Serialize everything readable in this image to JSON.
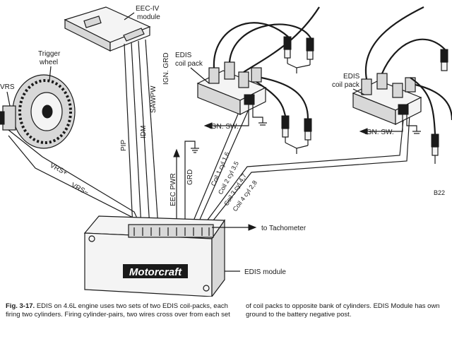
{
  "labels": {
    "eec": "EEC-IV",
    "eec_module": "module",
    "trigger": "Trigger",
    "trigger_wheel": "wheel",
    "vrs": "VRS",
    "vrs_plus": "VRS+",
    "vrs_minus": "VRS−",
    "pip": "PIP",
    "idm": "IDM",
    "sawpw": "SAWPW",
    "ign_grd": "IGN. GRD",
    "eec_pwr": "EEC PWR",
    "grd": "GRD",
    "coil1": "Coil 1 cyl 1,6",
    "coil2": "Coil 2 cyl 3,5",
    "coil3": "Coil 3 cyl 4,7",
    "coil4": "Coil 4 cyl 2,8",
    "edis_coil_left_1": "EDIS",
    "edis_coil_left_2": "coil pack",
    "edis_coil_right_1": "EDIS",
    "edis_coil_right_2": "coil pack",
    "ign_sw_left": "IGN. SW.",
    "ign_sw_right": "IGN. SW.",
    "tach": "to Tachometer",
    "edis_module": "EDIS module",
    "brand": "Motorcraft",
    "ref": "B22"
  },
  "caption": {
    "fig": "Fig. 3-17.",
    "left_text": "EDIS on 4.6L engine uses two sets of two EDIS coil-packs, each firing two cylinders. Firing cylinder-pairs, two wires cross over from each set",
    "right_text": "of coil packs to opposite bank of cylinders. EDIS Module has own ground to the battery negative post."
  }
}
